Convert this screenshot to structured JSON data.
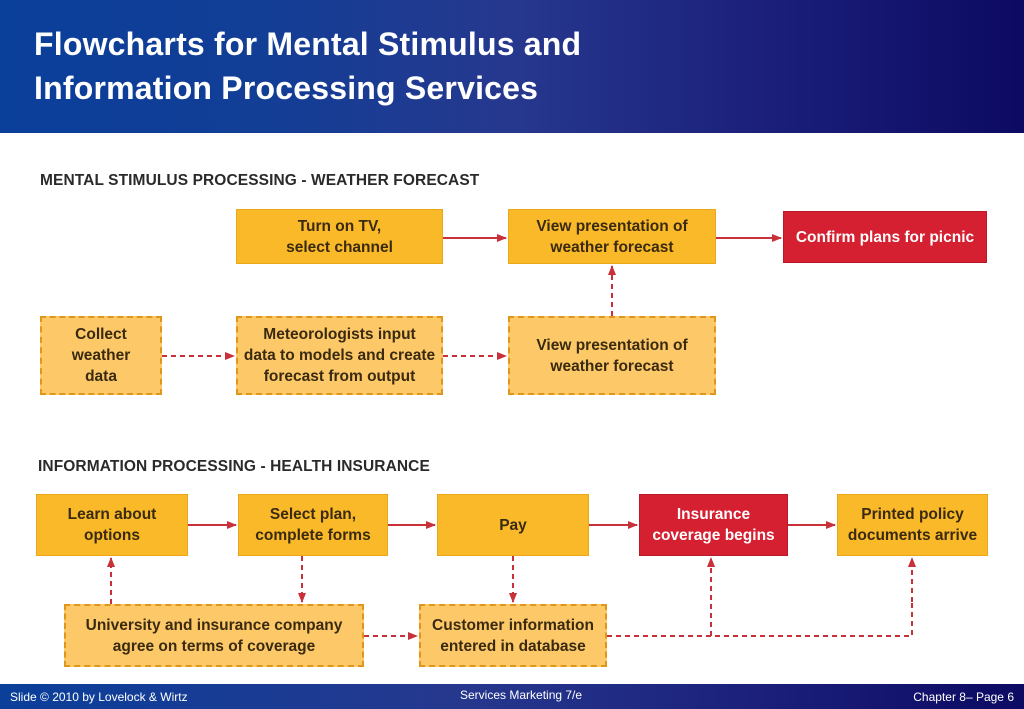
{
  "slide": {
    "title_line_1": "Flowcharts for Mental Stimulus and",
    "title_line_2": "Information Processing Services"
  },
  "section_1": {
    "label": "MENTAL STIMULUS PROCESSING - WEATHER FORECAST",
    "boxes": {
      "turn_on_tv": "Turn on TV,\nselect channel",
      "view_top": "View presentation of\nweather forecast",
      "confirm": "Confirm plans for picnic",
      "collect": "Collect\nweather\ndata",
      "meteorologists": "Meteorologists input\ndata to models and create\nforecast from output",
      "view_bottom": "View presentation of\nweather forecast"
    }
  },
  "section_2": {
    "label": "INFORMATION PROCESSING - HEALTH INSURANCE",
    "boxes": {
      "learn": "Learn about\noptions",
      "select": "Select plan,\ncomplete forms",
      "pay": "Pay",
      "coverage": "Insurance\ncoverage begins",
      "printed": "Printed policy\ndocuments arrive",
      "university": "University and insurance company\nagree on terms of coverage",
      "customer": "Customer information\nentered in database"
    }
  },
  "footer": {
    "left": "Slide © 2010 by Lovelock & Wirtz",
    "center": "Services Marketing 7/e",
    "right": "Chapter 8– Page 6"
  },
  "colors": {
    "header_blue": "#123e96",
    "box_orange": "#f9b928",
    "box_dashed_orange": "#fcc868",
    "box_red": "#d42030",
    "arrow_red": "#c8303a"
  }
}
